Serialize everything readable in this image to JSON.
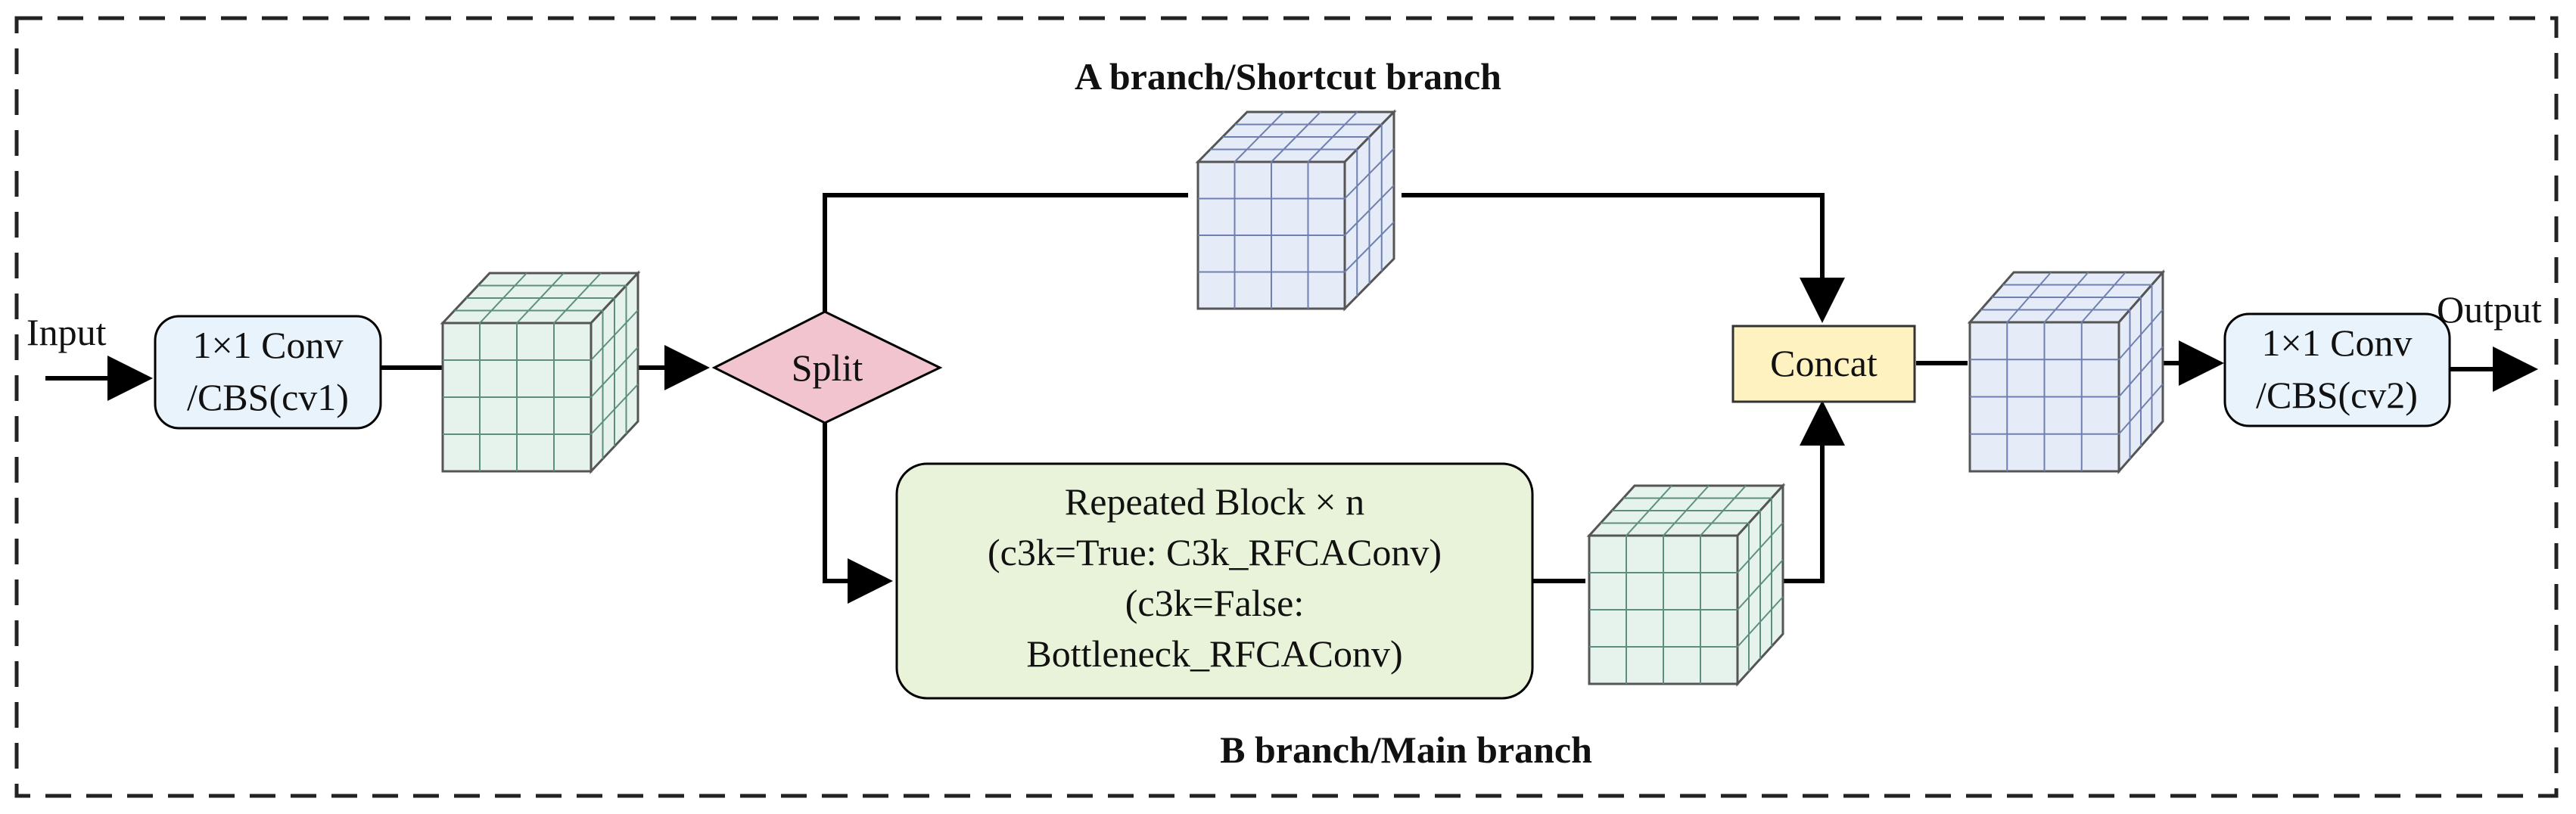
{
  "title_top": "A branch/Shortcut branch",
  "title_bottom": "B branch/Main branch",
  "input_label": "Input",
  "output_label": "Output",
  "cv1": {
    "line1": "1×1 Conv",
    "line2": "/CBS(cv1)"
  },
  "cv2": {
    "line1": "1×1 Conv",
    "line2": "/CBS(cv2)"
  },
  "split_label": "Split",
  "concat_label": "Concat",
  "repeated_block": {
    "line1": "Repeated Block × n",
    "line2": "(c3k=True: C3k_RFCAConv)",
    "line3": "(c3k=False:",
    "line4": "Bottleneck_RFCAConv)"
  },
  "colors": {
    "conv_box_fill": "#e9f3fc",
    "split_fill": "#f2c4cf",
    "concat_fill": "#fdf2c0",
    "repeated_fill": "#e9f3d9",
    "green_cube": "#e6f2ec",
    "blue_cube": "#e6ecf7"
  }
}
